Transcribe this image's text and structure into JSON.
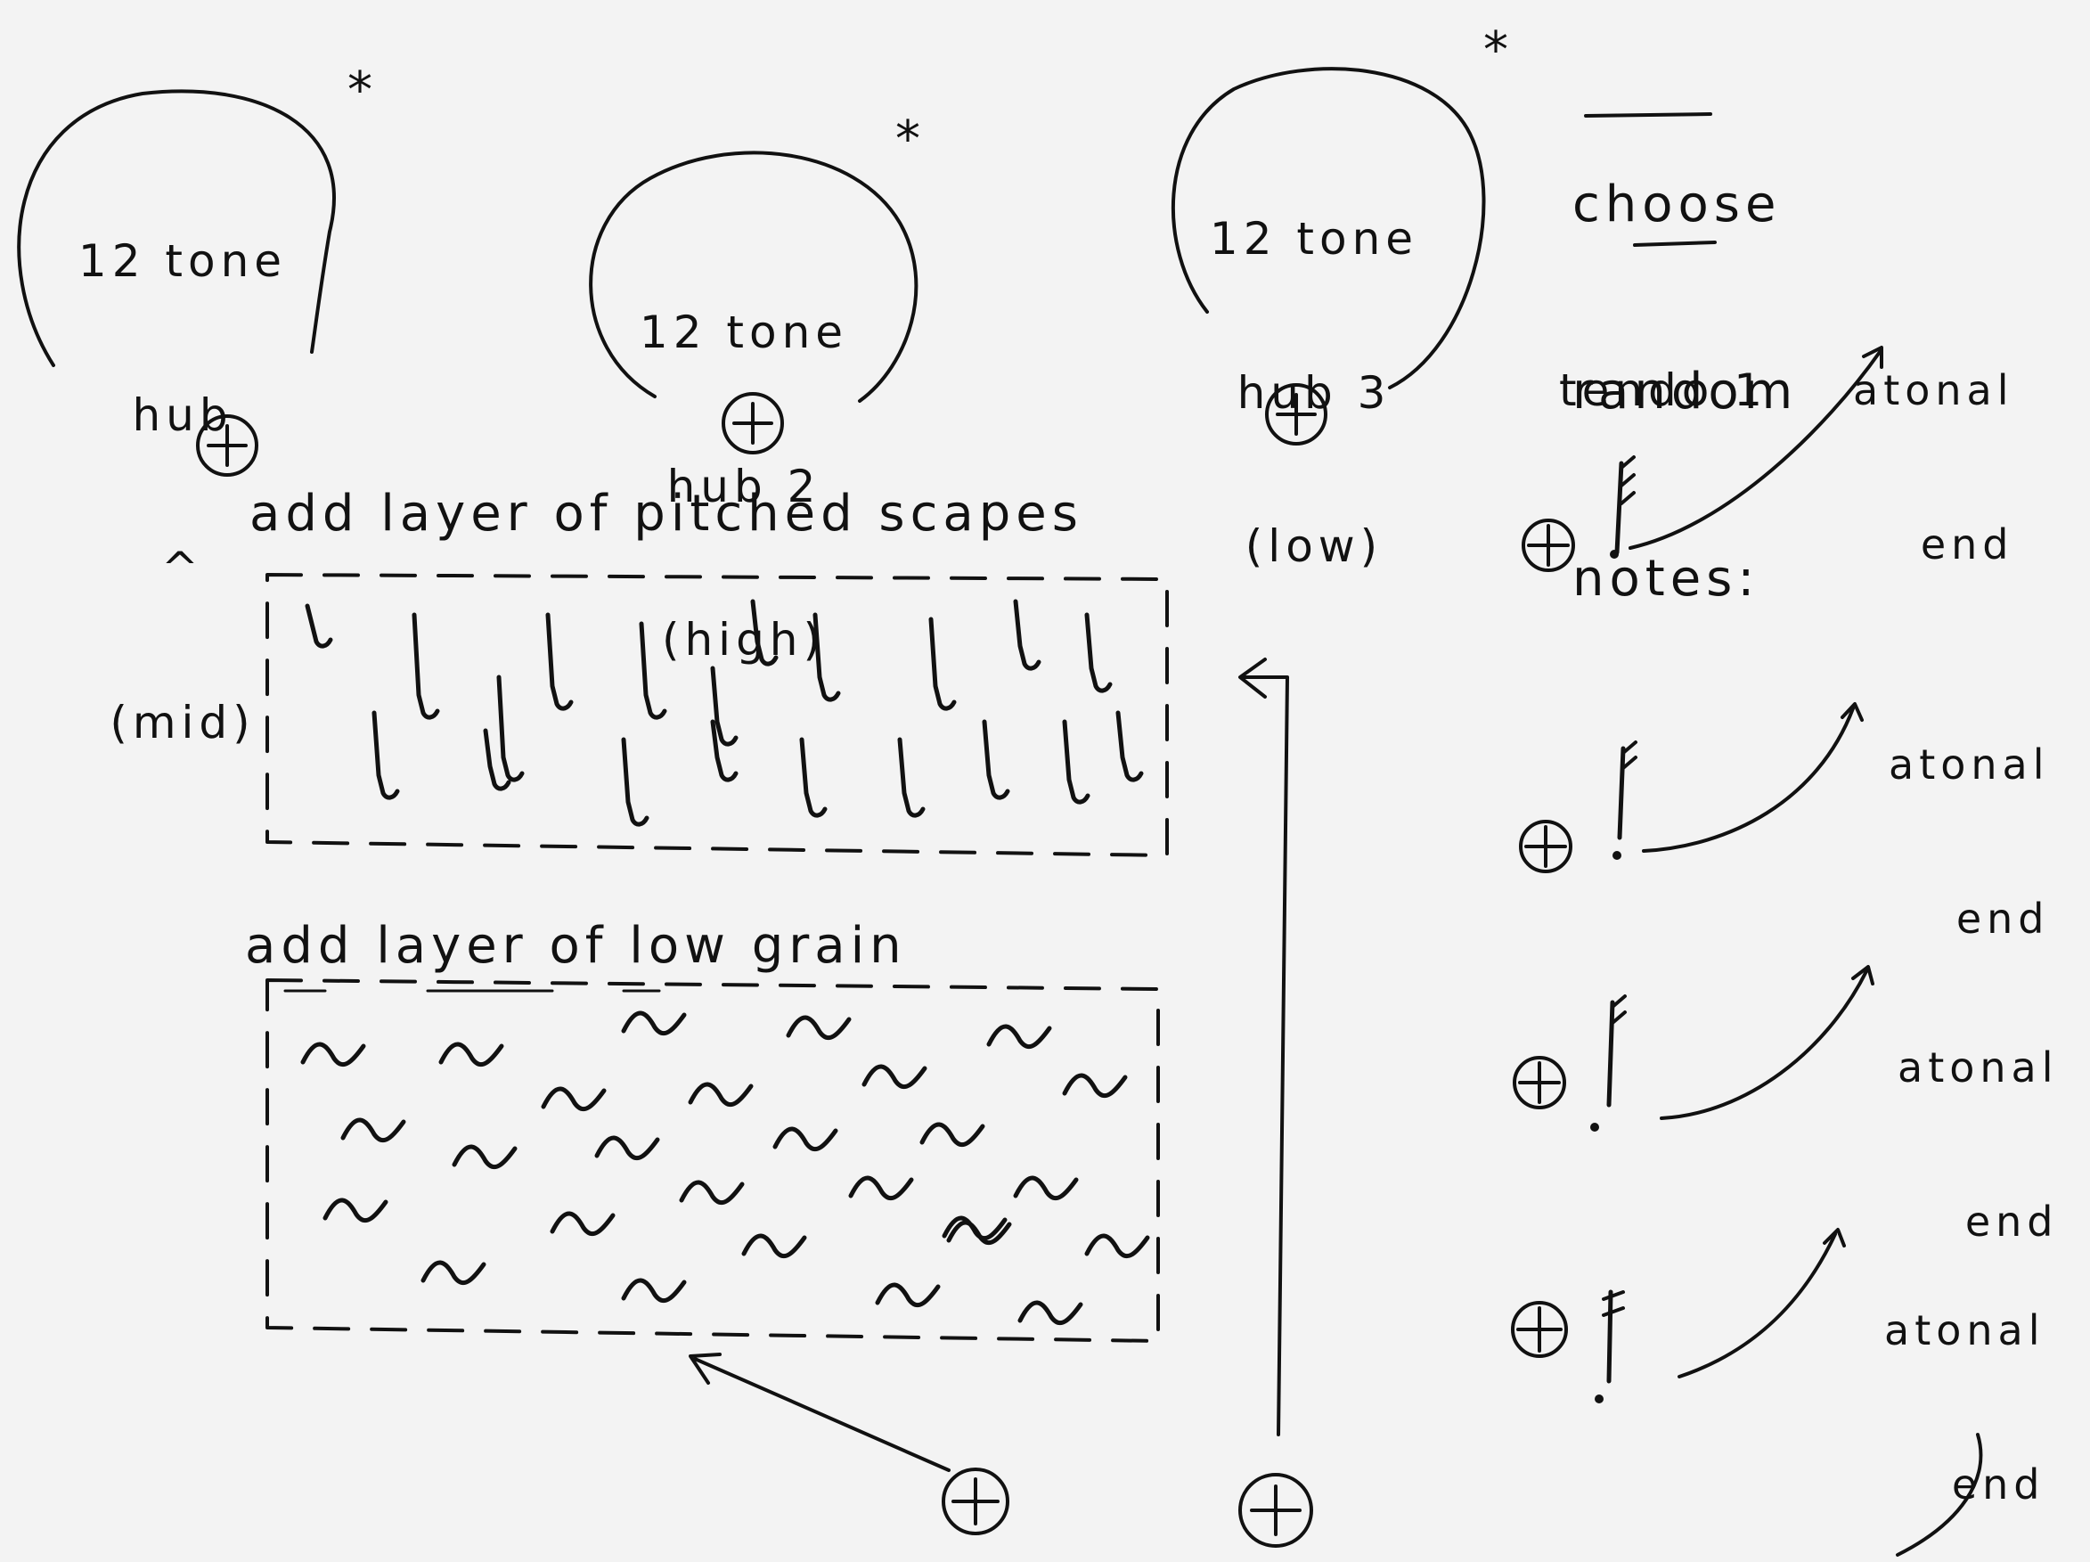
{
  "hubs": [
    {
      "lines": [
        "12 tone",
        "hub",
        "^",
        "(mid)"
      ],
      "star": "*"
    },
    {
      "lines": [
        "12 tone",
        "hub 2",
        "(high)"
      ],
      "star": "*"
    },
    {
      "lines": [
        "12 tone",
        "hub 3",
        "(low)"
      ],
      "star": "*"
    }
  ],
  "layers": {
    "pitched_label": "add layer of pitched scapes",
    "grain_label": "add layer of low grain"
  },
  "right_panel": {
    "heading": [
      "choose",
      "random",
      "notes:"
    ],
    "tendo_label": "tendo 1",
    "notes": [
      {
        "end_label": [
          "atonal",
          "end"
        ]
      },
      {
        "end_label": [
          "atonal",
          "end"
        ]
      },
      {
        "end_label": [
          "atonal",
          "end"
        ]
      },
      {
        "end_label": [
          "atonal",
          "end"
        ]
      }
    ]
  },
  "colors": {
    "ink": "#111111",
    "paper": "#f3f3f3"
  },
  "icons": {
    "add": "plus-circle-icon",
    "arrow": "arrow-icon",
    "note": "note-icon"
  }
}
